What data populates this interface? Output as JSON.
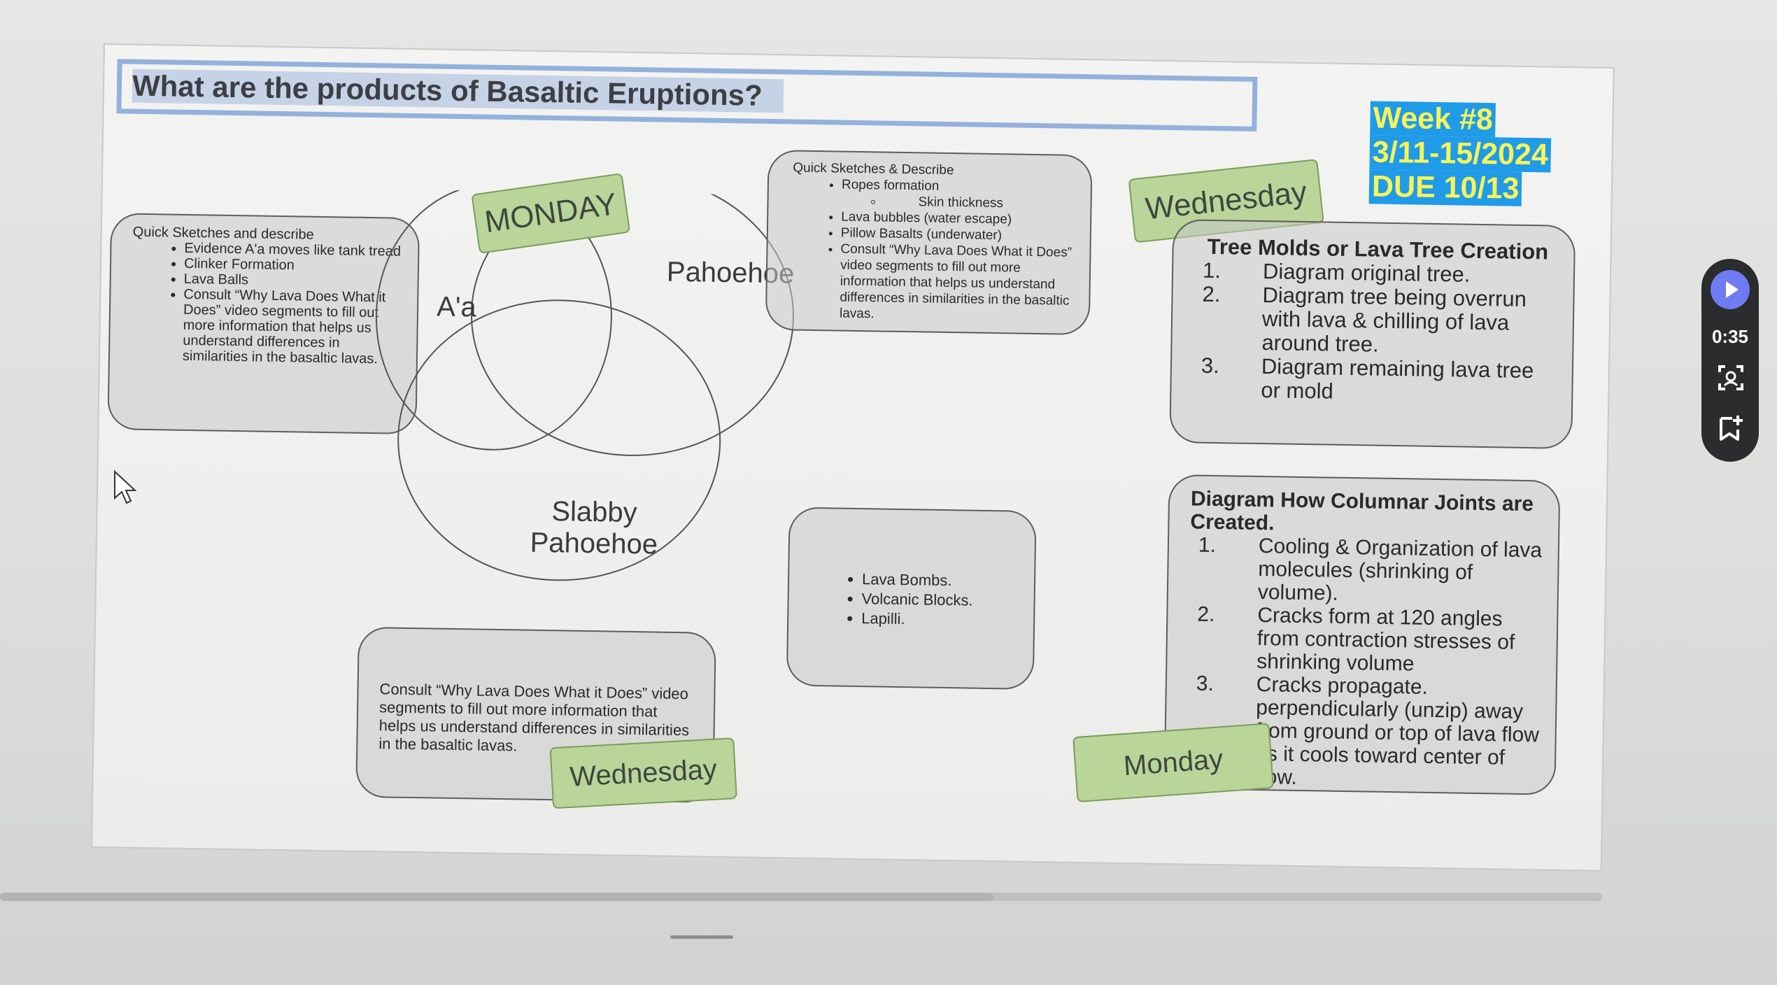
{
  "slide": {
    "title": "What are the products of Basaltic Eruptions?",
    "week": {
      "line1": "Week #8",
      "line2": "3/11-15/2024",
      "line3": "DUE 10/13"
    },
    "tags": {
      "monday_venn": "MONDAY",
      "wednesday_top": "Wednesday",
      "wednesday_bottom": "Wednesday",
      "monday_bottom": "Monday"
    },
    "venn": {
      "aa": "A'a",
      "pahoehoe": "Pahoehoe",
      "slabby_line1": "Slabby",
      "slabby_line2": "Pahoehoe"
    },
    "left_box": {
      "heading": "Quick Sketches and describe",
      "items": [
        "Evidence A'a moves like tank tread",
        "Clinker Formation",
        "Lava Balls",
        "Consult “Why Lava Does What it Does” video segments to fill out more information that helps us understand differences in similarities in the basaltic lavas."
      ]
    },
    "top_box": {
      "heading": "Quick Sketches & Describe",
      "item1": "Ropes formation",
      "sub1": "Skin thickness",
      "item2": "Lava bubbles (water escape)",
      "item3": "Pillow Basalts (underwater)",
      "item4": "Consult “Why Lava Does What it Does” video segments to fill out more information that helps us understand differences in similarities in the basaltic lavas."
    },
    "tree_box": {
      "heading": "Tree Molds or Lava Tree Creation",
      "items": [
        {
          "n": "1.",
          "text": "Diagram original tree."
        },
        {
          "n": "2.",
          "text": "Diagram tree being overrun with lava & chilling of lava around tree."
        },
        {
          "n": "3.",
          "text": "Diagram remaining lava tree or mold"
        }
      ]
    },
    "columnar_box": {
      "heading": "Diagram How Columnar Joints are Created.",
      "items": [
        {
          "n": "1.",
          "text": "Cooling & Organization of lava molecules (shrinking of volume)."
        },
        {
          "n": "2.",
          "text": "Cracks form at 120 angles from contraction stresses of shrinking volume"
        },
        {
          "n": "3.",
          "text": "Cracks propagate. perpendicularly (unzip) away from ground or top of lava flow as it cools toward center of flow."
        }
      ]
    },
    "pyro_box": {
      "items": [
        "Lava Bombs.",
        "Volcanic Blocks.",
        "Lapilli."
      ]
    },
    "consult_box": {
      "text": "Consult “Why Lava Does What it Does” video segments to fill out more information that helps us understand differences in similarities in the basaltic lavas."
    }
  },
  "player": {
    "timer": "0:35",
    "icons": [
      "play-icon",
      "screenshot-icon",
      "bookmark-add-icon"
    ]
  }
}
